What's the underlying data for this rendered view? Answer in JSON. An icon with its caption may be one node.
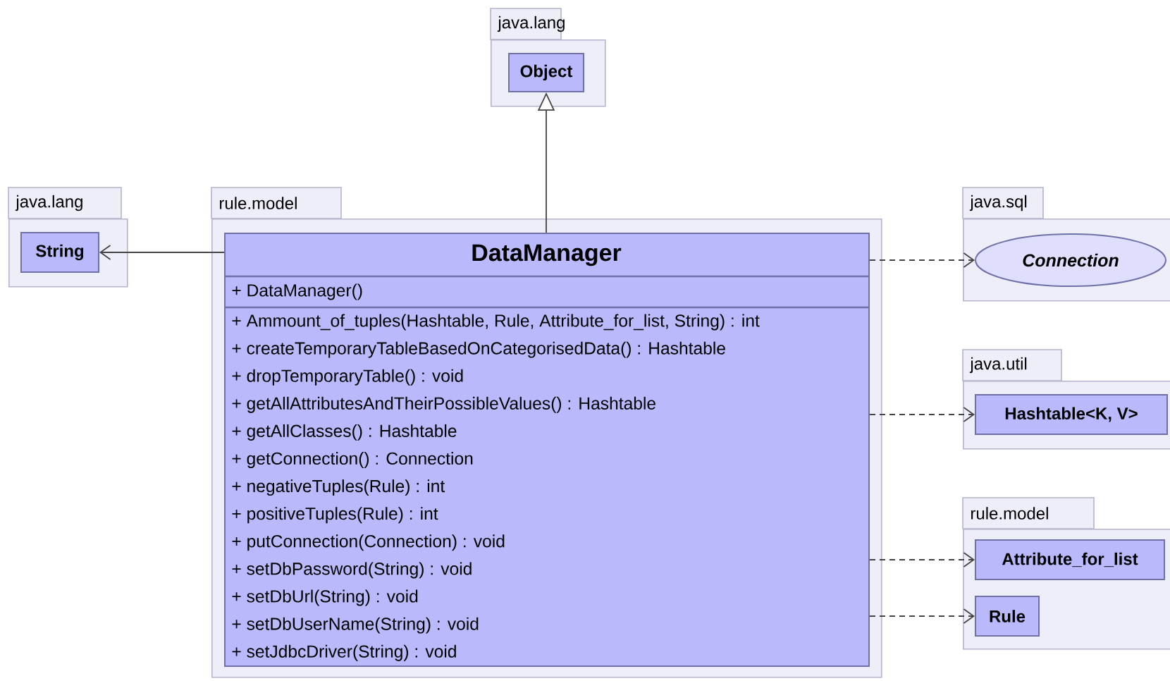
{
  "diagram": {
    "nodes": [
      {
        "text": [
          "java.lang"
        ]
      },
      {
        "text": [
          "Object"
        ],
        "in": 0
      },
      {
        "text": [
          "java.lang"
        ]
      },
      {
        "text": [
          "String"
        ],
        "in": 2
      },
      {
        "text": [
          "rule.model"
        ]
      },
      {
        "text": [
          "DataManager",
          "+ DataManager()",
          "+ Ammount_of_tuples(Hashtable, Rule, Attribute_for_list, String) : int",
          "+ createTemporaryTableBasedOnCategorisedData() : Hashtable",
          "+ dropTemporaryTable() : void",
          "+ getAllAttributesAndTheirPossibleValues() : Hashtable",
          "+ getAllClasses() : Hashtable",
          "+ getConnection() : Connection",
          "+ negativeTuples(Rule) : int",
          "+ positiveTuples(Rule) : int",
          "+ putConnection(Connection) : void",
          "+ setDbPassword(String) : void",
          "+ setDbUrl(String) : void",
          "+ setDbUserName(String) : void",
          "+ setJdbcDriver(String) : void"
        ],
        "in": 4
      },
      {
        "text": [
          "java.sql"
        ]
      },
      {
        "text": [
          "Connection"
        ],
        "in": 6
      },
      {
        "text": [
          "java.util"
        ]
      },
      {
        "text": [
          "Hashtable<K, V>"
        ],
        "in": 8
      },
      {
        "text": [
          "rule.model"
        ]
      },
      {
        "text": [
          "Attribute_for_list"
        ],
        "in": 10
      },
      {
        "text": [
          "Rule"
        ],
        "in": 10
      }
    ],
    "edges": [
      {
        "from": 5,
        "to": 1,
        "arrow": "to"
      },
      {
        "from": 5,
        "to": 3,
        "arrow": "to"
      },
      {
        "from": 5,
        "to": 7,
        "arrow": "to",
        "style": "dashed"
      },
      {
        "from": 5,
        "to": 9,
        "arrow": "to",
        "style": "dashed"
      },
      {
        "from": 5,
        "to": 11,
        "arrow": "to",
        "style": "dashed"
      },
      {
        "from": 5,
        "to": 12,
        "arrow": "to",
        "style": "dashed"
      }
    ]
  }
}
